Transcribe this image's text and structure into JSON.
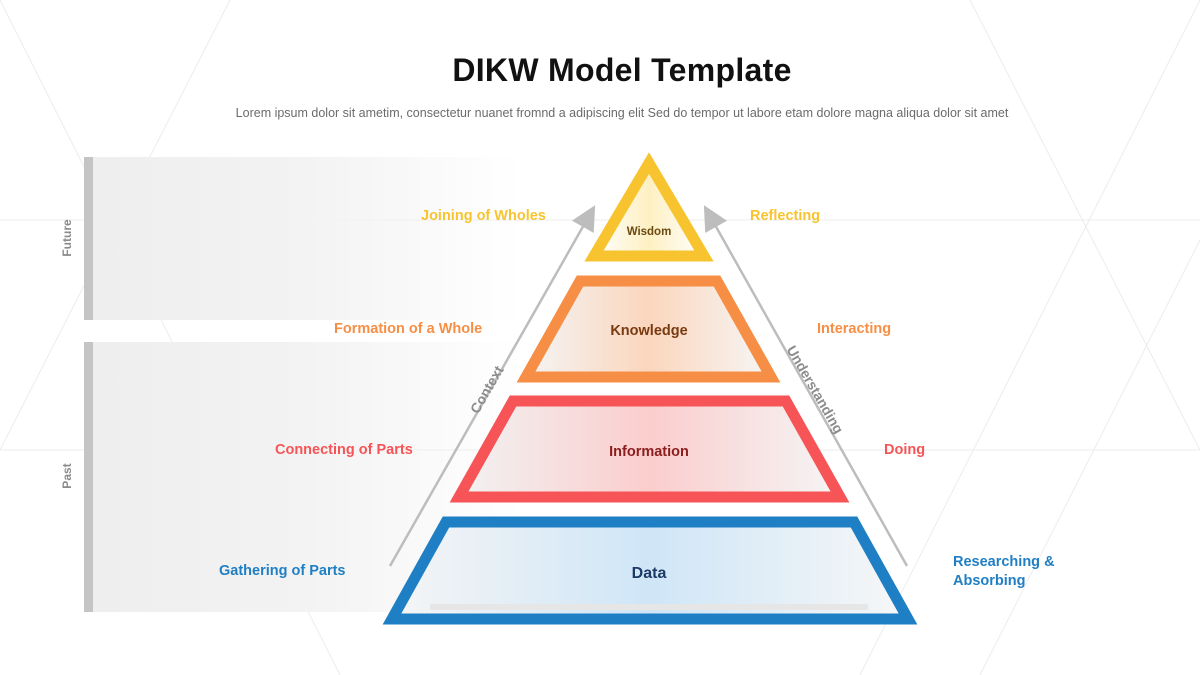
{
  "title": "DIKW Model Template",
  "subtitle": "Lorem ipsum dolor sit ametim, consectetur nuanet fromnd a adipiscing elit Sed do tempor ut labore etam dolore magna aliqua dolor sit amet",
  "periods": {
    "future": "Future",
    "past": "Past"
  },
  "levels": [
    {
      "name": "Wisdom",
      "left": "Joining of Wholes",
      "right": "Reflecting",
      "color": "#f7c42f",
      "text_color": "#6a4a10"
    },
    {
      "name": "Knowledge",
      "left": "Formation of a Whole",
      "right": "Interacting",
      "color": "#f68f45",
      "text_color": "#7a3a10"
    },
    {
      "name": "Information",
      "left": "Connecting of Parts",
      "right": "Doing",
      "color": "#f65456",
      "text_color": "#8c1d1d"
    },
    {
      "name": "Data",
      "left": "Gathering of Parts",
      "right": "Researching & Absorbing",
      "color": "#1f7fc4",
      "text_color": "#1c3a66"
    }
  ],
  "axes": {
    "left": "Context",
    "right": "Understanding",
    "color": "#bdbdbd"
  }
}
